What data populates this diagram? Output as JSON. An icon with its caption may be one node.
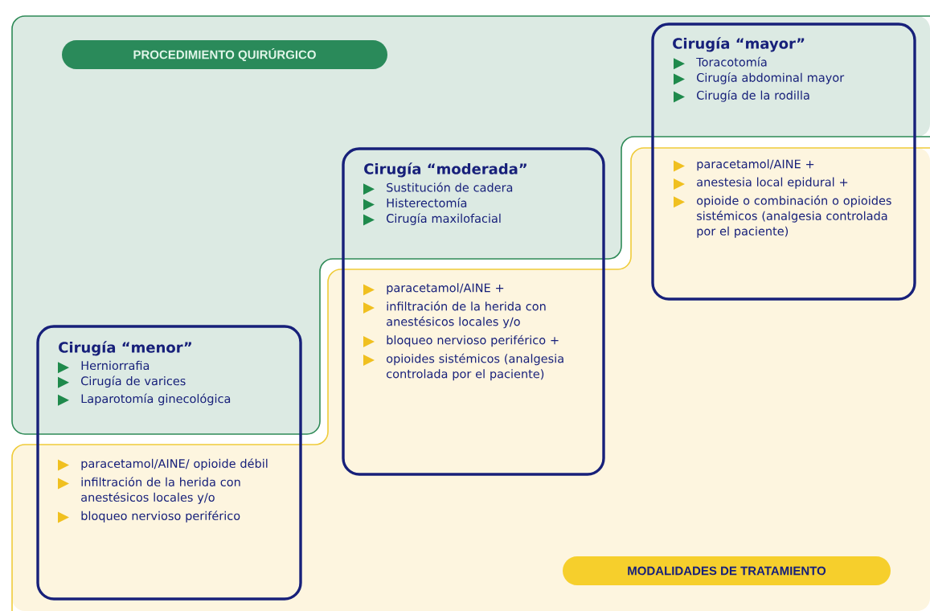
{
  "diagram": {
    "nodes": [
      {
        "text": [
          "PROCEDIMIENTO QUIRÚRGICO"
        ]
      },
      {
        "text": [
          "Cirugía “menor”",
          "Herniorrafia",
          "Cirugía de varices",
          "Laparotomía ginecológica",
          "paracetamol/AINE/ opioide débil",
          "infiltración de la herida con anestésicos locales y/o",
          "bloqueo nervioso periférico"
        ]
      },
      {
        "text": [
          "Cirugía “moderada”",
          "Sustitución de cadera",
          "Histerectomía",
          "Cirugía maxilofacial",
          "paracetamol/AINE +",
          "infiltración de la herida con anestésicos locales y/o",
          "bloqueo nervioso periférico +",
          "opioides sistémicos (analgesia controlada por el paciente)"
        ]
      },
      {
        "text": [
          "Cirugía “mayor”",
          "Toracotomía",
          "Cirugía abdominal mayor",
          "Cirugía de la rodilla",
          "paracetamol/AINE +",
          "anestesia local epidural +",
          "opioide o combinación o opioides sistémicos (analgesia controlada por el paciente)"
        ]
      },
      {
        "text": [
          "MODALIDADES DE TRATAMIENTO"
        ]
      }
    ]
  }
}
